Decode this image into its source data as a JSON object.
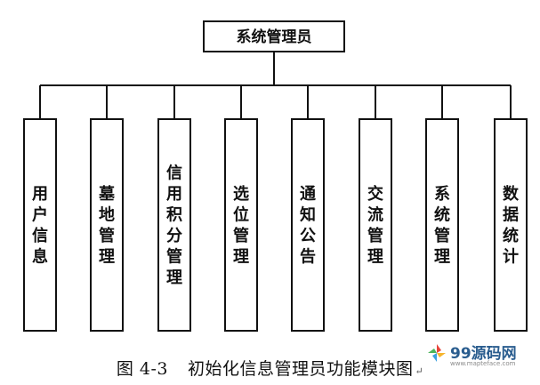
{
  "root": {
    "label": "系统管理员"
  },
  "modules": [
    {
      "label": "用户信息"
    },
    {
      "label": "墓地管理"
    },
    {
      "label": "信用积分管理"
    },
    {
      "label": "选位管理"
    },
    {
      "label": "通知公告"
    },
    {
      "label": "交流管理"
    },
    {
      "label": "系统管理"
    },
    {
      "label": "数据统计"
    }
  ],
  "caption": {
    "figure_number": "图 4-3",
    "title": "初始化信息管理员功能模块图",
    "return_mark": "↵"
  },
  "watermark": {
    "brand": "99源码网",
    "url": "www.mapteface.com"
  },
  "colors": {
    "line": "#111111",
    "watermark_brand": "#2a5d8f",
    "watermark_logo": [
      "#e8443a",
      "#f6b42c",
      "#3aa0e0",
      "#4bb55a"
    ]
  }
}
